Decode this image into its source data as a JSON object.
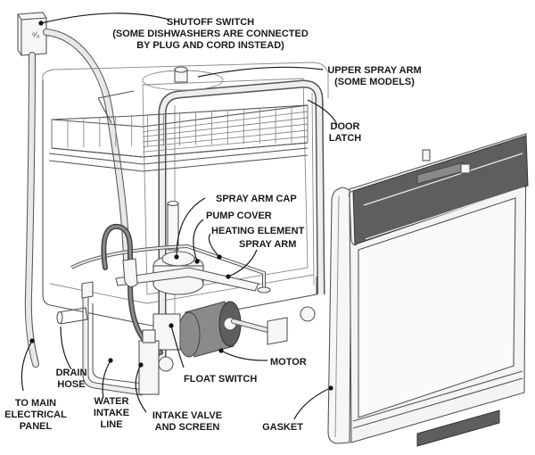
{
  "diagram": {
    "subject": "Dishwasher components (cutaway illustration)",
    "labels": {
      "shutoff_switch": [
        "SHUTOFF SWITCH",
        "(SOME DISHWASHERS ARE CONNECTED",
        "BY PLUG AND CORD INSTEAD)"
      ],
      "upper_spray_arm": [
        "UPPER SPRAY ARM",
        "(SOME MODELS)"
      ],
      "door_latch": [
        "DOOR",
        "LATCH"
      ],
      "spray_arm_cap": [
        "SPRAY ARM CAP"
      ],
      "pump_cover": [
        "PUMP COVER"
      ],
      "heating_element": [
        "HEATING ELEMENT"
      ],
      "spray_arm": [
        "SPRAY ARM"
      ],
      "motor": [
        "MOTOR"
      ],
      "float_switch": [
        "FLOAT SWITCH"
      ],
      "drain_hose": [
        "DRAIN",
        "HOSE"
      ],
      "to_main_electrical_panel": [
        "TO MAIN",
        "ELECTRICAL",
        "PANEL"
      ],
      "water_intake_line": [
        "WATER",
        "INTAKE",
        "LINE"
      ],
      "intake_valve_and_screen": [
        "INTAKE VALVE",
        "AND SCREEN"
      ],
      "gasket": [
        "GASKET"
      ]
    },
    "colors": {
      "background": "#ffffff",
      "text": "#1a1a1a",
      "door_panel_dark": "#5e5e5e",
      "line_art": "#555555"
    }
  }
}
